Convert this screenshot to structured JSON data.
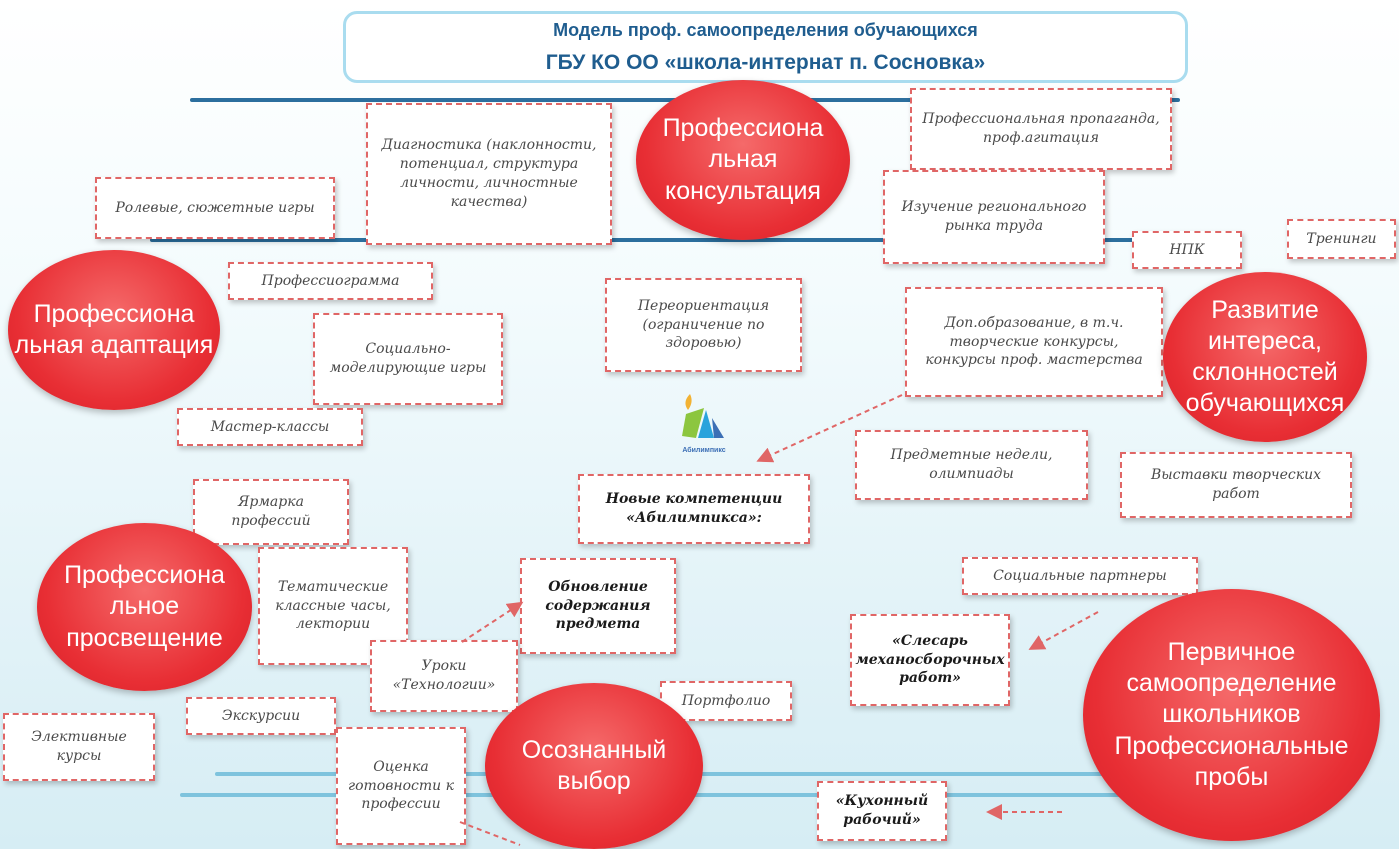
{
  "title": {
    "line1": "Модель проф. самоопределения обучающихся",
    "line2": "ГБУ КО ОО «школа-интернат п. Сосновка»"
  },
  "circles": {
    "consultation": "Профессиона льная консультация",
    "adaptation": "Профессиона льная адаптация",
    "interest": "Развитие интереса, склонностей обучающихся",
    "enlightenment": "Профессиона льное просвещение",
    "choice": "Осознанный выбор",
    "primary": "Первичное самоопределение школьников Профессиональные пробы"
  },
  "boxes": {
    "diagnostics": "Диагностика (наклонности, потенциал, структура личности, личностные качества)",
    "propaganda": "Профессиональная пропаганда, проф.агитация",
    "role_games": "Ролевые, сюжетные игры",
    "labor_market": "Изучение регионального рынка труда",
    "npk": "НПК",
    "trainings": "Тренинги",
    "professiogram": "Профессиограмма",
    "reorientation": "Переориентация (ограничение по здоровью)",
    "add_education": "Доп.образование, в т.ч. творческие конкурсы, конкурсы проф. мастерства",
    "social_games": "Социально-моделирующие игры",
    "master_classes": "Мастер-классы",
    "subject_weeks": "Предметные недели, олимпиады",
    "exhibitions": "Выставки творческих работ",
    "new_competencies": "Новые компетенции «Абилимпикса»:",
    "fair": "Ярмарка профессий",
    "thematic_hours": "Тематические классные часы, лектории",
    "content_update": "Обновление содержания предмета",
    "social_partners": "Социальные партнеры",
    "locksmith": "«Слесарь механосборочных работ»",
    "tech_lessons": "Уроки «Технологии»",
    "portfolio": "Портфолио",
    "excursions": "Экскурсии",
    "electives": "Элективные курсы",
    "readiness": "Оценка готовности к профессии",
    "kitchen": "«Кухонный рабочий»"
  },
  "logo": {
    "caption": "Абилимпикс",
    "colors": [
      "#f2b233",
      "#8cc63f",
      "#2aa3dc",
      "#3c6fb5"
    ]
  },
  "colors": {
    "circle": "#e82e34",
    "box_border": "#e06666",
    "title_text": "#1f5d8f",
    "line_light": "#7ec3dd",
    "line_dark": "#2c6f9e"
  }
}
